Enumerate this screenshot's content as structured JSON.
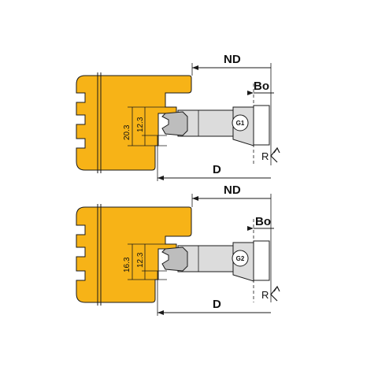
{
  "palette": {
    "wood": "#F7B317",
    "outline": "#1a1a1a",
    "tool_body": "#dcdcdc",
    "insert": "#bdbdbd"
  },
  "diagrams": [
    {
      "id": "top",
      "labels": {
        "nd": "ND",
        "bo": "Bo",
        "d": "D",
        "r": "R",
        "dim_outer": "20.3",
        "dim_inner": "12.3",
        "badge": "G1"
      },
      "icons": {
        "rotation": "rotation-arrow-icon"
      }
    },
    {
      "id": "bottom",
      "labels": {
        "nd": "ND",
        "bo": "Bo",
        "d": "D",
        "r": "R",
        "dim_outer": "16.3",
        "dim_inner": "12.3",
        "badge": "G2"
      },
      "icons": {
        "rotation": "rotation-arrow-icon"
      }
    }
  ]
}
